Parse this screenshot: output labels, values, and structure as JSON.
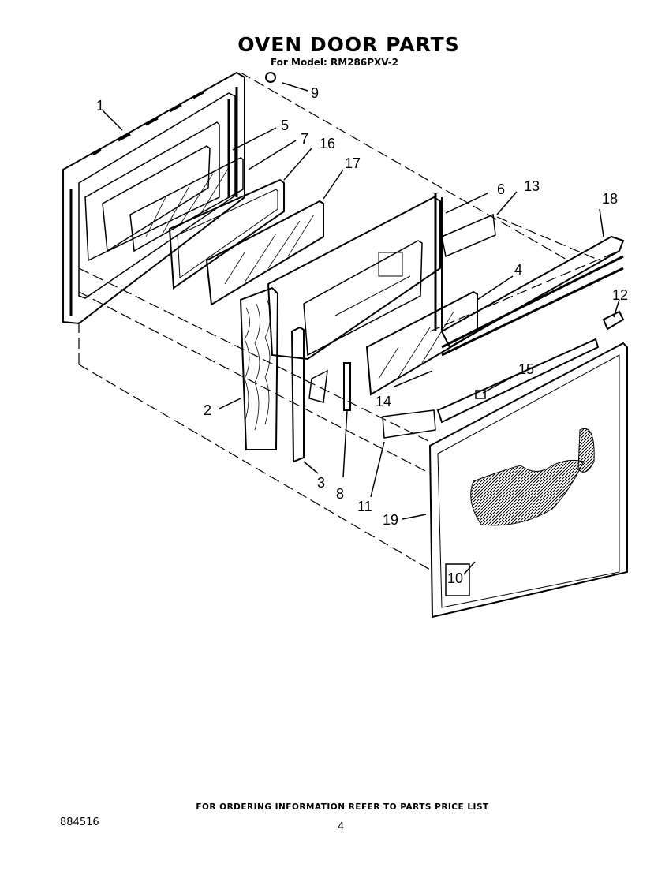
{
  "header": {
    "title": "OVEN DOOR PARTS",
    "subtitle": "For Model: RM286PXV-2"
  },
  "callouts": [
    "1",
    "2",
    "3",
    "4",
    "5",
    "6",
    "7",
    "8",
    "9",
    "10",
    "11",
    "12",
    "13",
    "14",
    "15",
    "16",
    "17",
    "18",
    "19"
  ],
  "footer": {
    "ordering_note": "FOR ORDERING INFORMATION REFER TO PARTS PRICE LIST",
    "document_number": "884516",
    "page_number": "4"
  }
}
